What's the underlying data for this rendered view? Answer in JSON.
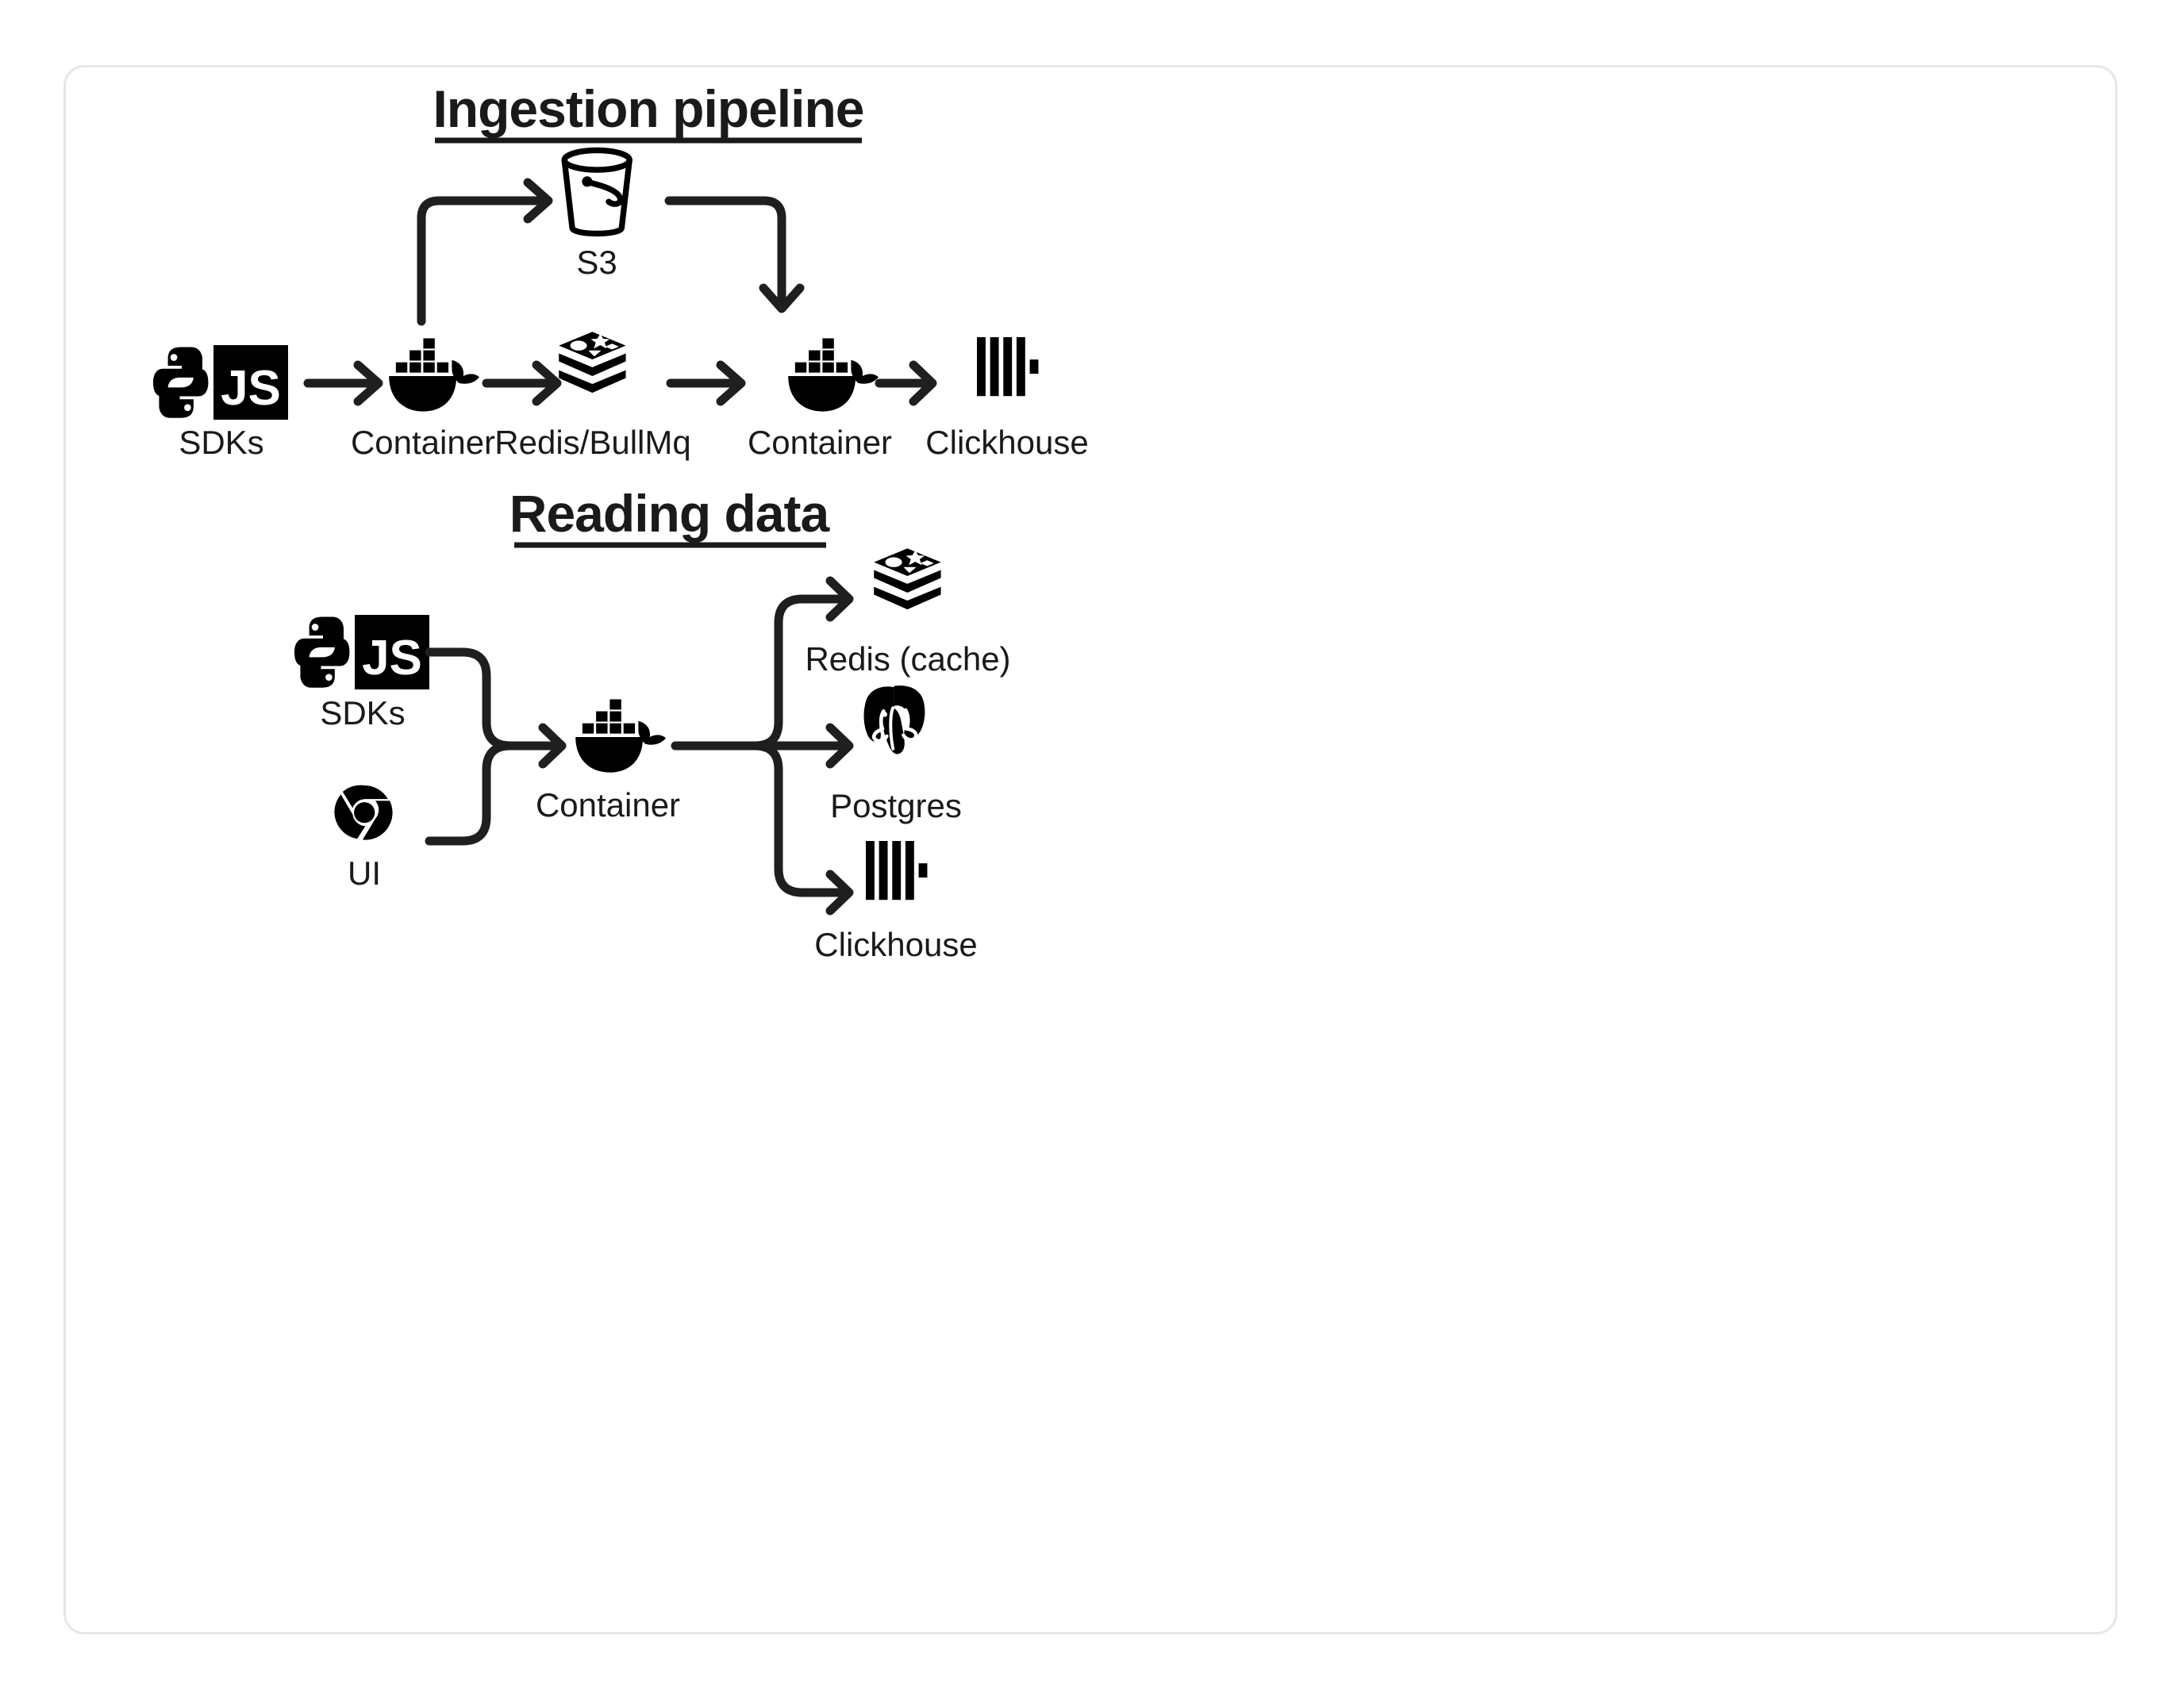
{
  "card": {
    "border_color": "#e6e6e6",
    "background": "#ffffff"
  },
  "sections": [
    {
      "id": "ingestion",
      "title": "Ingestion pipeline",
      "nodes": [
        {
          "id": "sdks-1",
          "label": "SDKs",
          "icon": "python-js-icon"
        },
        {
          "id": "container-1",
          "label": "Container",
          "icon": "docker-icon"
        },
        {
          "id": "s3",
          "label": "S3",
          "icon": "s3-bucket-icon"
        },
        {
          "id": "redis-bullmq",
          "label": "Redis/BullMq",
          "icon": "redis-icon"
        },
        {
          "id": "container-2",
          "label": "Container",
          "icon": "docker-icon"
        },
        {
          "id": "clickhouse-1",
          "label": "Clickhouse",
          "icon": "clickhouse-icon"
        }
      ],
      "edges": [
        {
          "from": "sdks-1",
          "to": "container-1",
          "kind": "straight"
        },
        {
          "from": "container-1",
          "to": "s3",
          "kind": "up-then-right"
        },
        {
          "from": "container-1",
          "to": "redis-bullmq",
          "kind": "straight"
        },
        {
          "from": "redis-bullmq",
          "to": "container-2",
          "kind": "straight"
        },
        {
          "from": "s3",
          "to": "container-2",
          "kind": "right-then-down"
        },
        {
          "from": "container-2",
          "to": "clickhouse-1",
          "kind": "straight"
        }
      ]
    },
    {
      "id": "reading",
      "title": "Reading data",
      "nodes": [
        {
          "id": "sdks-2",
          "label": "SDKs",
          "icon": "python-js-icon"
        },
        {
          "id": "ui",
          "label": "UI",
          "icon": "chrome-icon"
        },
        {
          "id": "container-3",
          "label": "Container",
          "icon": "docker-icon"
        },
        {
          "id": "redis-cache",
          "label": "Redis (cache)",
          "icon": "redis-icon"
        },
        {
          "id": "postgres",
          "label": "Postgres",
          "icon": "postgres-icon"
        },
        {
          "id": "clickhouse-2",
          "label": "Clickhouse",
          "icon": "clickhouse-icon"
        }
      ],
      "edges": [
        {
          "from": "sdks-2",
          "to": "container-3",
          "kind": "merge-top"
        },
        {
          "from": "ui",
          "to": "container-3",
          "kind": "merge-bottom"
        },
        {
          "from": "container-3",
          "to": "redis-cache",
          "kind": "fan-up"
        },
        {
          "from": "container-3",
          "to": "postgres",
          "kind": "fan-straight"
        },
        {
          "from": "container-3",
          "to": "clickhouse-2",
          "kind": "fan-down"
        }
      ]
    }
  ],
  "colors": {
    "ink": "#1a1a1a",
    "connector": "#1f1f1f",
    "icon": "#000000",
    "card_border": "#e6e6e6"
  },
  "icon_text": {
    "js_badge": "JS"
  }
}
